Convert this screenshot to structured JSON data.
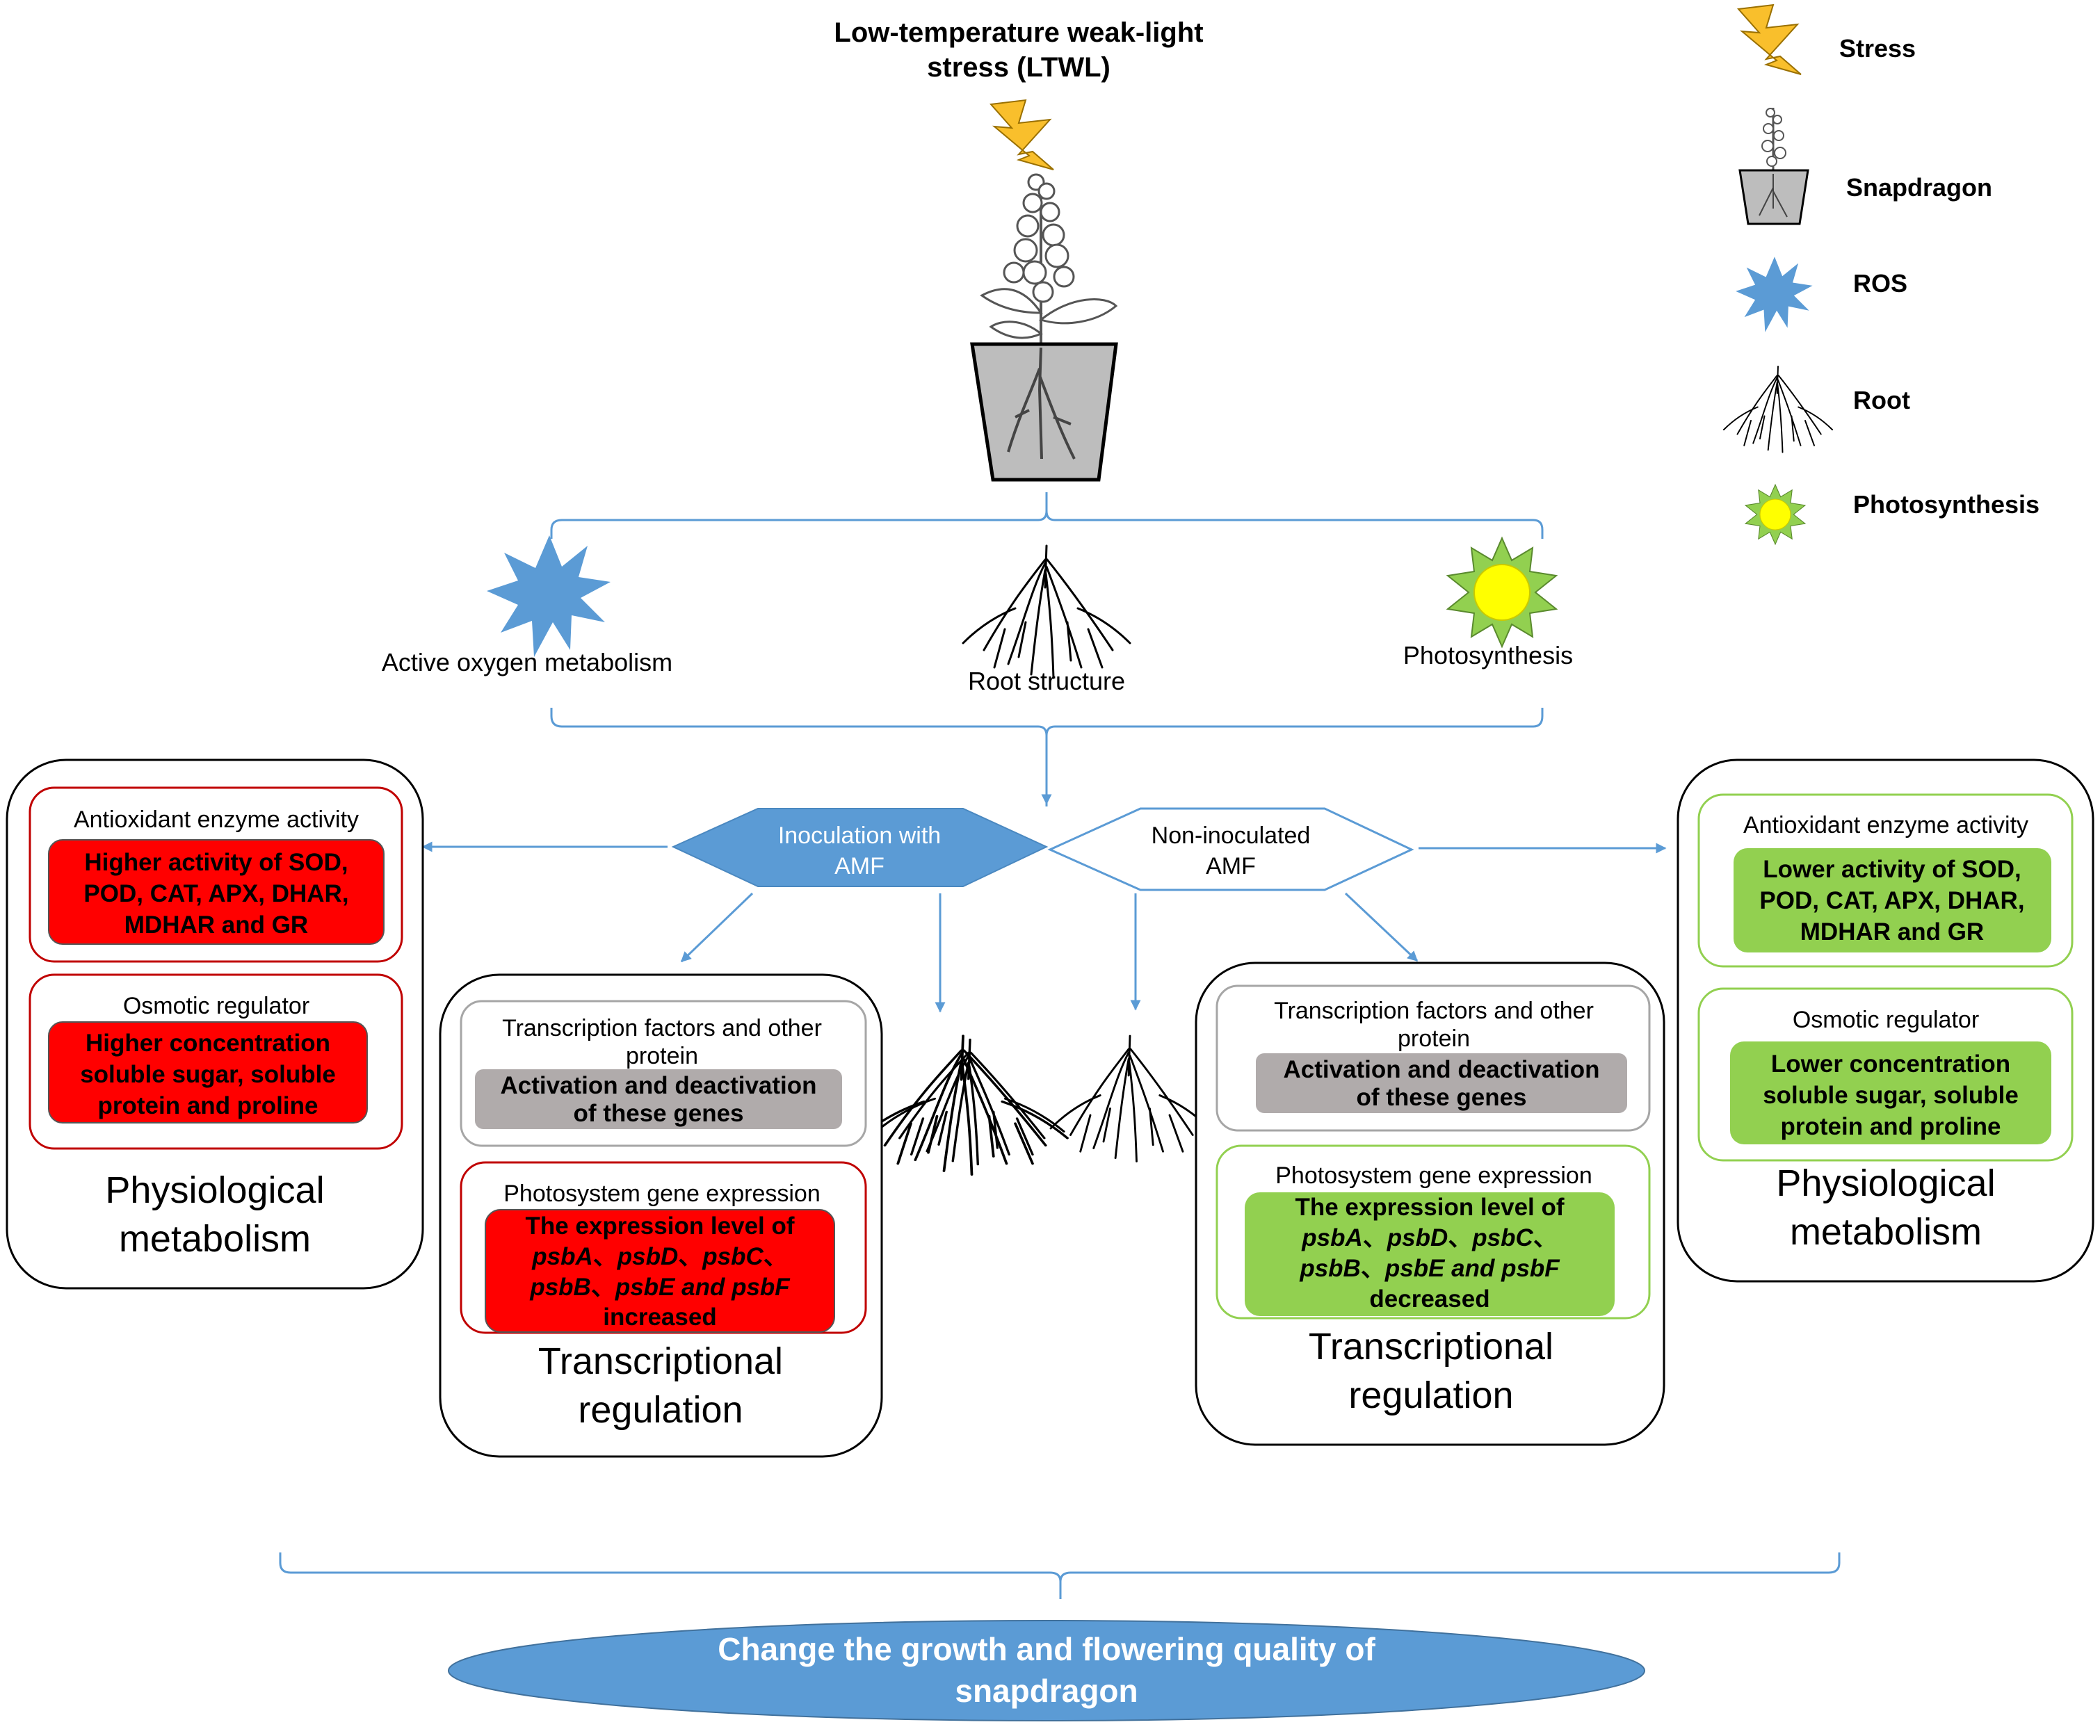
{
  "title": {
    "line1": "Low-temperature weak-light",
    "line2": "stress (LTWL)"
  },
  "legend": [
    {
      "label": "Stress",
      "icon": "lightning-icon"
    },
    {
      "label": "Snapdragon",
      "icon": "snapdragon-plant-icon"
    },
    {
      "label": "ROS",
      "icon": "ros-star-icon"
    },
    {
      "label": "Root",
      "icon": "root-icon"
    },
    {
      "label": "Photosynthesis",
      "icon": "sun-icon"
    }
  ],
  "factors": {
    "ros": "Active oxygen metabolism",
    "root": "Root structure",
    "photosynthesis": "Photosynthesis"
  },
  "inoculated": {
    "line1": "Inoculation with",
    "line2": "AMF"
  },
  "non_inoculated": {
    "line1": "Non-inoculated",
    "line2": "AMF"
  },
  "left_physio": {
    "enzyme_title": "Antioxidant enzyme activity",
    "enzyme_lines": [
      "Higher activity of SOD,",
      "POD, CAT, APX, DHAR,",
      "MDHAR and GR"
    ],
    "osmotic_title": "Osmotic regulator",
    "osmotic_lines": [
      "Higher concentration",
      "soluble sugar, soluble",
      "protein and proline"
    ],
    "caption": [
      "Physiological",
      "metabolism"
    ]
  },
  "right_physio": {
    "enzyme_title": "Antioxidant enzyme activity",
    "enzyme_lines": [
      "Lower activity of SOD,",
      "POD, CAT, APX, DHAR,",
      "MDHAR and GR"
    ],
    "osmotic_title": "Osmotic regulator",
    "osmotic_lines": [
      "Lower concentration",
      "soluble sugar, soluble",
      "protein and proline"
    ],
    "caption": [
      "Physiological",
      "metabolism"
    ]
  },
  "left_trans": {
    "tf_title": [
      "Transcription factors and other",
      "protein"
    ],
    "tf_lines": [
      "Activation and deactivation",
      "of these genes"
    ],
    "ps_title": "Photosystem gene expression",
    "ps_line1": "The expression level of",
    "ps_genes1": [
      "psbA",
      "psbD",
      "psbC"
    ],
    "ps_genes2": [
      "psbB",
      "psbE and psbF"
    ],
    "ps_line4": "increased",
    "caption": [
      "Transcriptional",
      "regulation"
    ]
  },
  "right_trans": {
    "tf_title": [
      "Transcription factors and other",
      "protein"
    ],
    "tf_lines": [
      "Activation and deactivation",
      "of these genes"
    ],
    "ps_title": "Photosystem gene expression",
    "ps_line1": "The expression level of",
    "ps_genes1": [
      "psbA",
      "psbD",
      "psbC"
    ],
    "ps_genes2": [
      "psbB",
      "psbE and psbF"
    ],
    "ps_line4": "decreased",
    "caption": [
      "Transcriptional",
      "regulation"
    ]
  },
  "outcome": [
    "Change the growth and flowering quality of",
    "snapdragon"
  ],
  "colors": {
    "arrow": "#5b9bd5",
    "blue": "#5b9bd5",
    "red": "#ff0000",
    "red_border": "#c00000",
    "green": "#92d050",
    "grey": "#b0abab",
    "yellow": "#ffff00",
    "lightning": "#f9bf2c"
  }
}
